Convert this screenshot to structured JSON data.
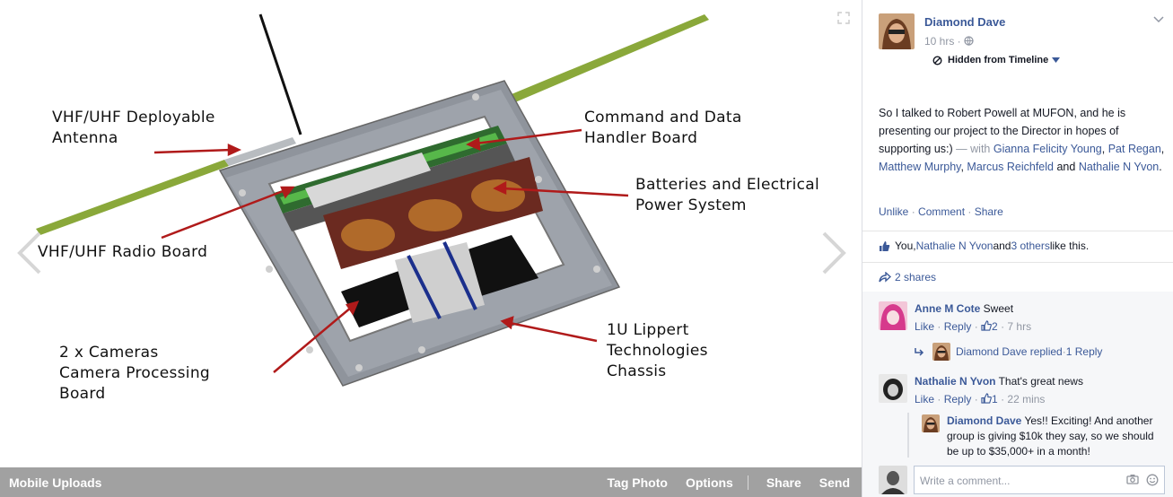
{
  "photo": {
    "labels": {
      "vhf_antenna": "VHF/UHF Deployable\nAntenna",
      "command_board": "Command and Data\nHandler Board",
      "batteries": "Batteries and Electrical\nPower System",
      "radio_board": "VHF/UHF Radio Board",
      "cameras": "2 x Cameras\nCamera Processing\nBoard",
      "chassis": "1U Lippert\nTechnologies\nChassis"
    },
    "album": "Mobile Uploads",
    "actions": {
      "tag": "Tag Photo",
      "options": "Options",
      "share": "Share",
      "send": "Send"
    }
  },
  "post": {
    "author": "Diamond Dave",
    "time": "10 hrs ·",
    "visibility": "Hidden from Timeline",
    "text": "So I talked to Robert Powell at MUFON, and he is presenting our project to the Director in hopes of supporting us:)",
    "with_prefix": " — with ",
    "tagged": {
      "t1": "Gianna Felicity Young",
      "sep1": ", ",
      "t2": "Pat Regan",
      "sep2": ", ",
      "t3": "Matthew Murphy",
      "sep3": ", ",
      "t4": "Marcus Reichfeld",
      "and": " and ",
      "t5": "Nathalie N Yvon",
      "end": "."
    },
    "actions": {
      "unlike": "Unlike",
      "comment": "Comment",
      "share": "Share",
      "dot": " · "
    },
    "likes": {
      "you": "You, ",
      "name": "Nathalie N Yvon",
      "and": " and ",
      "others": "3 others",
      "suffix": " like this."
    },
    "shares": "2 shares"
  },
  "comments": [
    {
      "author": "Anne M Cote",
      "text": " Sweet",
      "like": "Like",
      "reply": "Reply",
      "likes": "2",
      "time": "7 hrs",
      "replied_by": "Diamond Dave replied",
      "reply_count": "1 Reply"
    },
    {
      "author": "Nathalie N Yvon",
      "text": " That's great news",
      "like": "Like",
      "reply": "Reply",
      "likes": "1",
      "time": "22 mins"
    }
  ],
  "reply": {
    "author": "Diamond Dave",
    "text": " Yes!! Exciting! And another group is giving $10k they say, so we should be up to $35,000+ in a month!"
  },
  "composer": {
    "placeholder": "Write a comment..."
  },
  "colors": {
    "link": "#3b5998",
    "meta": "#9197a3",
    "arrow_red": "#b01a1a",
    "antenna_green": "#8aa83a"
  }
}
